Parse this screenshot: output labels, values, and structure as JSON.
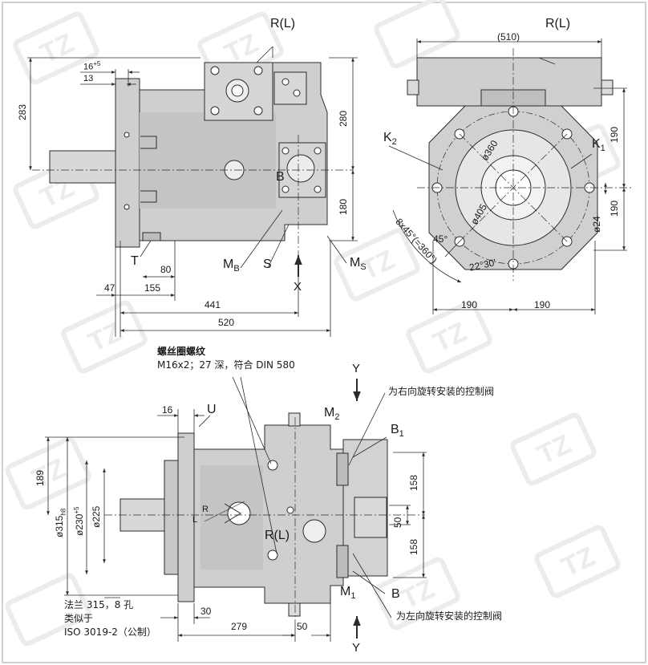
{
  "watermark": "TZ",
  "colors": {
    "line": "#2b2b2b",
    "body": "#cfcfcf",
    "body_dark": "#a9a9a9",
    "paper": "#ffffff",
    "watermark": "#eeeeee"
  },
  "top_left_view": {
    "port_label": "R(L)",
    "dims": {
      "d16": "16",
      "d16_tol": "+5",
      "d13": "13",
      "d283": "283",
      "d280": "280",
      "d180": "180",
      "d80": "80",
      "d47": "47",
      "d155": "155",
      "d441": "441",
      "d520": "520"
    },
    "labels": {
      "T": "T",
      "B": "B",
      "X": "X",
      "S": "S",
      "MB": "M",
      "MB_sub": "B",
      "MS": "M",
      "MS_sub": "S"
    }
  },
  "top_right_view": {
    "port_label": "R(L)",
    "dims": {
      "d510": "(510)",
      "d360": "ø360",
      "d405": "ø405",
      "d24": "ø24",
      "d190_top": "190",
      "d190_mid": "190",
      "d190_bl": "190",
      "d190_br": "190",
      "angle45": "45°",
      "angle_bolts": "8x45°(=360°)",
      "angle22": "22°30'"
    },
    "labels": {
      "K2": "K",
      "K2_sub": "2",
      "K1": "K",
      "K1_sub": "1"
    }
  },
  "bottom_view": {
    "thread_title": "螺丝圈螺纹",
    "thread_spec": "M16x2；27 深，符合 DIN 580",
    "right_valve_note": "为右向旋转安装的控制阀",
    "left_valve_note": "为左向旋转安装的控制阀",
    "flange_note_1": "法兰 315，8 孔",
    "flange_note_2": "类似于",
    "flange_note_3": "ISO 3019-2（公制）",
    "labels": {
      "Y_top": "Y",
      "Y_bottom": "Y",
      "U": "U",
      "M2": "M",
      "M2_sub": "2",
      "B1": "B",
      "B1_sub": "1",
      "M1": "M",
      "M1_sub": "1",
      "B": "B",
      "RL": "R(L)",
      "L": "L",
      "R": "R"
    },
    "dims": {
      "d16": "16",
      "d189": "189",
      "d315": "ø315",
      "d315_tol": "h8",
      "d230": "ø230",
      "d230_tol": "+5",
      "d225": "ø225",
      "d158_top": "158",
      "d158_bot": "158",
      "d50_v": "50",
      "d30": "30",
      "d279": "279",
      "d50_h": "50"
    }
  }
}
